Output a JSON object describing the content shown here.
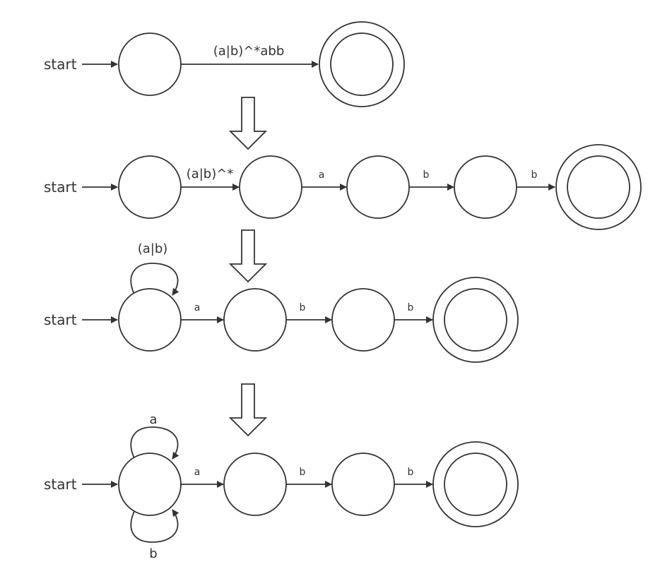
{
  "start_label": "start",
  "stage1": {
    "edge_label": "(a|b)^*abb"
  },
  "stage2": {
    "edge1_label": "(a|b)^*",
    "edge2_label": "a",
    "edge3_label": "b",
    "edge4_label": "b"
  },
  "stage3": {
    "loop_label": "(a|b)",
    "edge1_label": "a",
    "edge2_label": "b",
    "edge3_label": "b"
  },
  "stage4": {
    "loop_top_label": "a",
    "loop_bottom_label": "b",
    "edge1_label": "a",
    "edge2_label": "b",
    "edge3_label": "b"
  },
  "colors": {
    "stroke": "#333333",
    "background": "#ffffff"
  }
}
